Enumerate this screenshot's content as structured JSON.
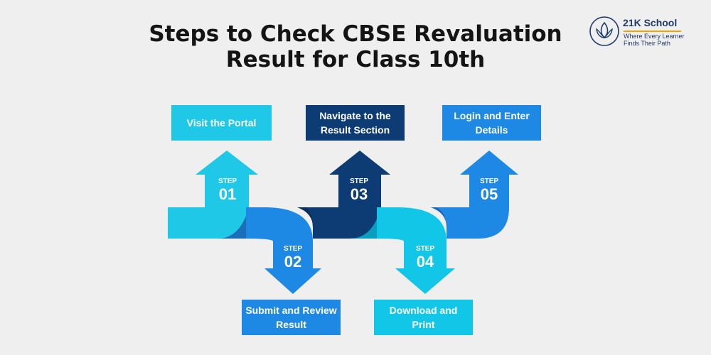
{
  "title_line1": "Steps to Check CBSE Revaluation",
  "title_line2": "Result for Class 10th",
  "logo": {
    "name": "21K School",
    "tagline_line1": "Where Every Learner",
    "tagline_line2": "Finds Their Path"
  },
  "step_word": "STEP",
  "steps": [
    {
      "number": "01",
      "label": "Visit the Portal",
      "color": "#1ec8e6"
    },
    {
      "number": "02",
      "label": "Submit and Review Result",
      "color": "#1e88e5"
    },
    {
      "number": "03",
      "label": "Navigate to the Result Section",
      "color": "#0d3b73"
    },
    {
      "number": "04",
      "label": "Download and Print",
      "color": "#12c6e8"
    },
    {
      "number": "05",
      "label": "Login and Enter Details",
      "color": "#1e88e5"
    }
  ]
}
